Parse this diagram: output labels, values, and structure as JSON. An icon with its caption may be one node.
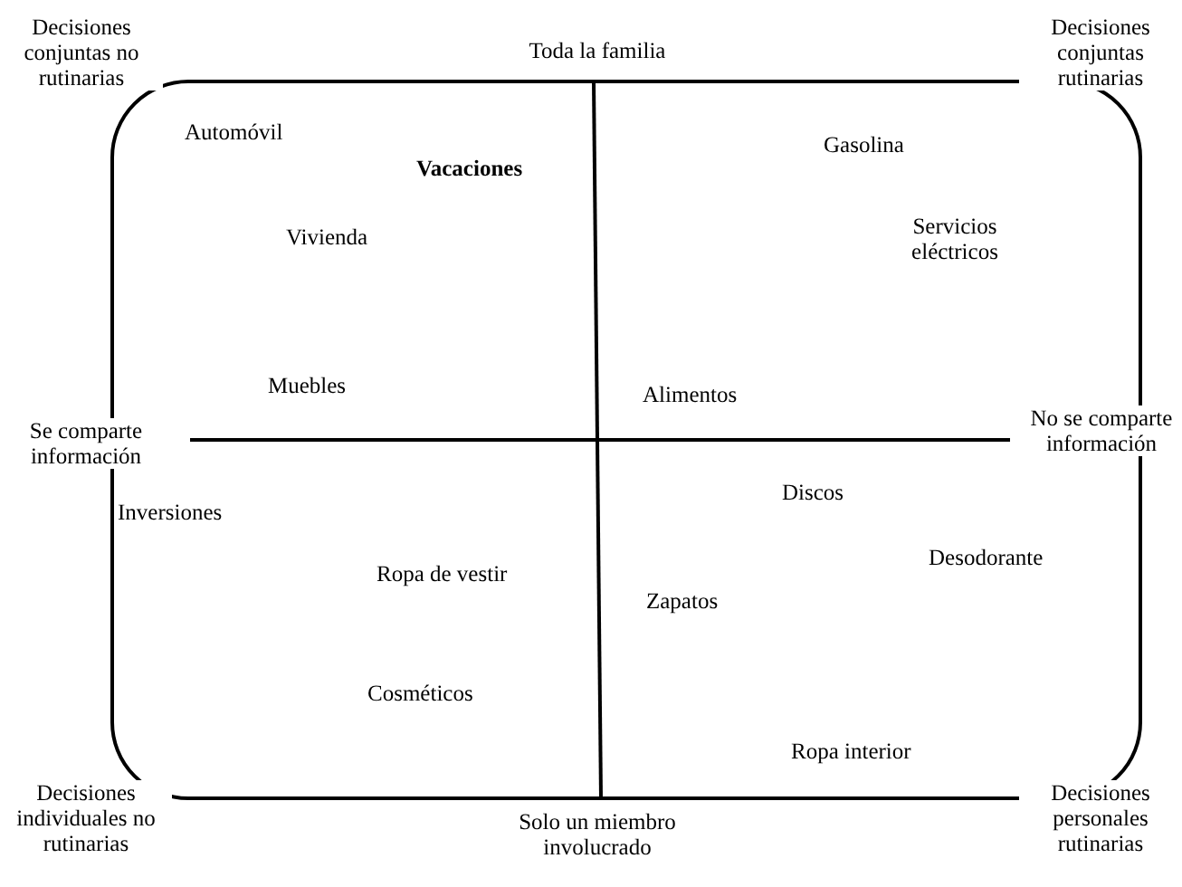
{
  "diagram": {
    "labels": [
      "Decisiones conjuntas no rutinarias",
      "Toda la familia",
      "Decisiones conjuntas rutinarias",
      "Automóvil",
      "**Vacaciones**",
      "Gasolina",
      "Vivienda",
      "Servicios eléctricos",
      "Muebles",
      "Alimentos",
      "Se comparte información",
      "No se comparte información",
      "Discos",
      "Inversiones",
      "Desodorante",
      "Ropa de vestir",
      "Zapatos",
      "Cosméticos",
      "Ropa interior",
      "Decisiones individuales no rutinarias",
      "Solo un miembro involucrado",
      "Decisiones personales rutinarias"
    ]
  }
}
